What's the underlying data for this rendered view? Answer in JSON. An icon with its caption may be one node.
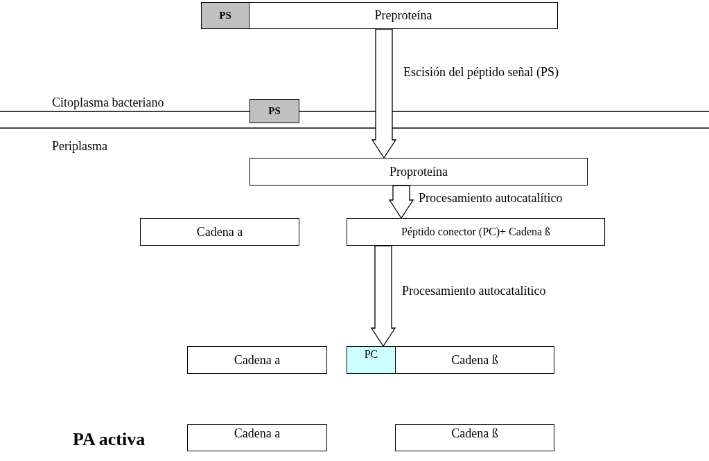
{
  "diagram": {
    "nodes": [
      {
        "text": [
          "PS"
        ]
      },
      {
        "text": [
          "Preproteína"
        ]
      },
      {
        "text": [
          "PS"
        ]
      },
      {
        "text": [
          "Proproteína"
        ]
      },
      {
        "text": [
          "Cadena a"
        ]
      },
      {
        "text": [
          "Péptido conector (PC)+ Cadena ß"
        ]
      },
      {
        "text": [
          "Cadena a"
        ]
      },
      {
        "text": [
          "PC"
        ]
      },
      {
        "text": [
          "Cadena ß"
        ]
      },
      {
        "text": [
          "Cadena a"
        ]
      },
      {
        "text": [
          "Cadena ß"
        ]
      }
    ],
    "edges": [
      {
        "from": 1,
        "to": 3,
        "arrow": "to",
        "label": "Escisión del péptido señal (PS)"
      },
      {
        "from": 3,
        "to": 5,
        "arrow": "to",
        "label": "Procesamiento autocatalítico"
      },
      {
        "from": 5,
        "to": 7,
        "arrow": "to",
        "label": "Procesamiento autocatalítico"
      }
    ],
    "labels": [
      "Citoplasma bacteriano",
      "Periplasma",
      "PA activa"
    ]
  }
}
